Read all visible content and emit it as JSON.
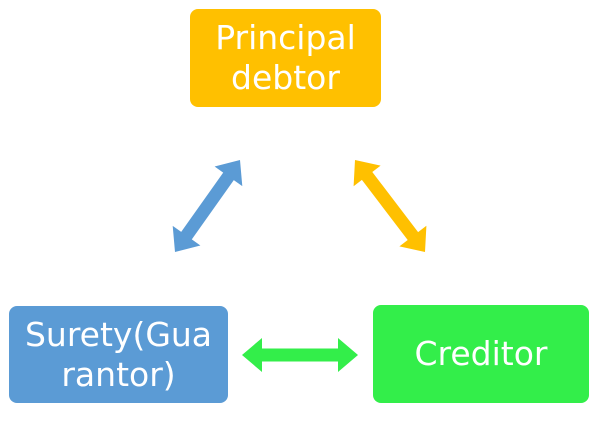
{
  "nodes": {
    "principal": {
      "line1": "Principal",
      "line2": "debtor",
      "color": "#FFC000"
    },
    "surety": {
      "line1": "Surety(Gua",
      "line2": "rantor)",
      "color": "#5B9BD5"
    },
    "creditor": {
      "line1": "Creditor",
      "color": "#33EE4A"
    }
  },
  "arrows": {
    "principal_surety": {
      "color": "#5B9BD5",
      "from": "principal",
      "to": "surety"
    },
    "principal_creditor": {
      "color": "#FFC000",
      "from": "principal",
      "to": "creditor"
    },
    "surety_creditor": {
      "color": "#33EE4A",
      "from": "surety",
      "to": "creditor"
    }
  }
}
